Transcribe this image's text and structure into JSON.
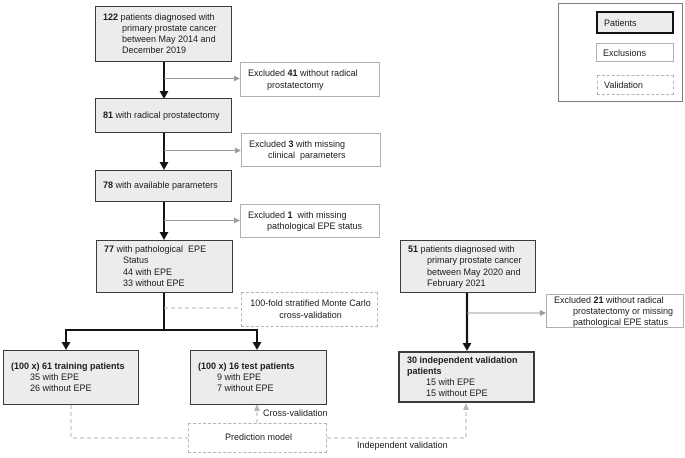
{
  "colors": {
    "patient_fill": "#ececec",
    "patient_border": "#3b3b3b",
    "exclusion_border": "#b0b0b0",
    "dashed_border": "#b4b4b4",
    "black_arrow": "#141414",
    "gray_arrow": "#9c9c9c"
  },
  "flow": {
    "box_122": {
      "bold": "122",
      "rest": " patients diagnosed with",
      "line2": "primary prostate cancer",
      "line3": "between May 2014 and",
      "line4": "December 2019"
    },
    "excl_41": {
      "pre": "Excluded ",
      "bold": "41",
      "rest": " without radical",
      "line2": "prostatectomy"
    },
    "box_81": {
      "bold": "81",
      "rest": " with radical prostatectomy"
    },
    "excl_3": {
      "pre": "Excluded ",
      "bold": "3",
      "rest": " with missing",
      "line2": "clinical  parameters"
    },
    "box_78": {
      "bold": "78",
      "rest": " with available parameters"
    },
    "excl_1": {
      "pre": "Excluded ",
      "bold": "1",
      "rest": "  with missing",
      "line2": "pathological EPE status"
    },
    "box_77": {
      "bold": "77",
      "rest": " with pathological  EPE",
      "line2": "Status",
      "line3": "44 with EPE",
      "line4": "33 without EPE"
    },
    "mc_box": {
      "line1": "100-fold stratified Monte Carlo",
      "line2": "cross-validation"
    },
    "box_training": {
      "bold_line": "(100 x) 61 training patients",
      "line2": "35 with EPE",
      "line3": "26 without EPE"
    },
    "box_test": {
      "bold_line": "(100 x) 16 test patients",
      "line2": "9 with EPE",
      "line3": "7 without EPE"
    },
    "box_51": {
      "bold": "51",
      "rest": " patients diagnosed with",
      "line2": "primary prostate cancer",
      "line3": "between May 2020 and",
      "line4": "February 2021"
    },
    "excl_21": {
      "pre": "Excluded ",
      "bold": "21",
      "rest": " without radical",
      "line2": "prostatectomy or missing",
      "line3": "pathological EPE status"
    },
    "box_validation": {
      "bold_line1": "30 independent validation",
      "bold_line2": "patients",
      "line2": "15 with EPE",
      "line3": "15 without EPE"
    },
    "prediction_box": {
      "label": "Prediction model"
    },
    "labels": {
      "cross_validation": "Cross-validation",
      "independent_validation": "Independent validation"
    }
  },
  "legend": {
    "items": [
      {
        "label": "Patients"
      },
      {
        "label": "Exclusions"
      },
      {
        "label": "Validation"
      }
    ]
  }
}
